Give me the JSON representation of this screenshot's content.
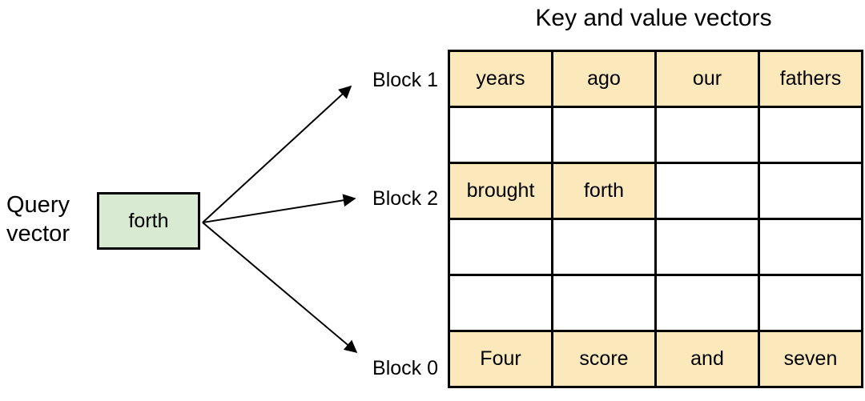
{
  "title": "Key and value vectors",
  "query_vector": {
    "label": "Query\nvector",
    "value": "forth"
  },
  "block_labels": [
    {
      "label": "Block 1",
      "row": 0
    },
    {
      "label": "Block 2",
      "row": 2
    },
    {
      "label": "Block 0",
      "row": 5
    }
  ],
  "kv_table": {
    "columns": 4,
    "rows": [
      {
        "cells": [
          {
            "text": "years",
            "highlighted": true
          },
          {
            "text": "ago",
            "highlighted": true
          },
          {
            "text": "our",
            "highlighted": true
          },
          {
            "text": "fathers",
            "highlighted": true
          }
        ]
      },
      {
        "cells": [
          {
            "text": "",
            "highlighted": false
          },
          {
            "text": "",
            "highlighted": false
          },
          {
            "text": "",
            "highlighted": false
          },
          {
            "text": "",
            "highlighted": false
          }
        ]
      },
      {
        "cells": [
          {
            "text": "brought",
            "highlighted": true
          },
          {
            "text": "forth",
            "highlighted": true
          },
          {
            "text": "",
            "highlighted": false
          },
          {
            "text": "",
            "highlighted": false
          }
        ]
      },
      {
        "cells": [
          {
            "text": "",
            "highlighted": false
          },
          {
            "text": "",
            "highlighted": false
          },
          {
            "text": "",
            "highlighted": false
          },
          {
            "text": "",
            "highlighted": false
          }
        ]
      },
      {
        "cells": [
          {
            "text": "",
            "highlighted": false
          },
          {
            "text": "",
            "highlighted": false
          },
          {
            "text": "",
            "highlighted": false
          },
          {
            "text": "",
            "highlighted": false
          }
        ]
      },
      {
        "cells": [
          {
            "text": "Four",
            "highlighted": true
          },
          {
            "text": "score",
            "highlighted": true
          },
          {
            "text": "and",
            "highlighted": true
          },
          {
            "text": "seven",
            "highlighted": true
          }
        ]
      }
    ]
  },
  "colors": {
    "highlight": "#FBE8BB",
    "query_box": "#D9EAD3",
    "border": "#000000"
  }
}
